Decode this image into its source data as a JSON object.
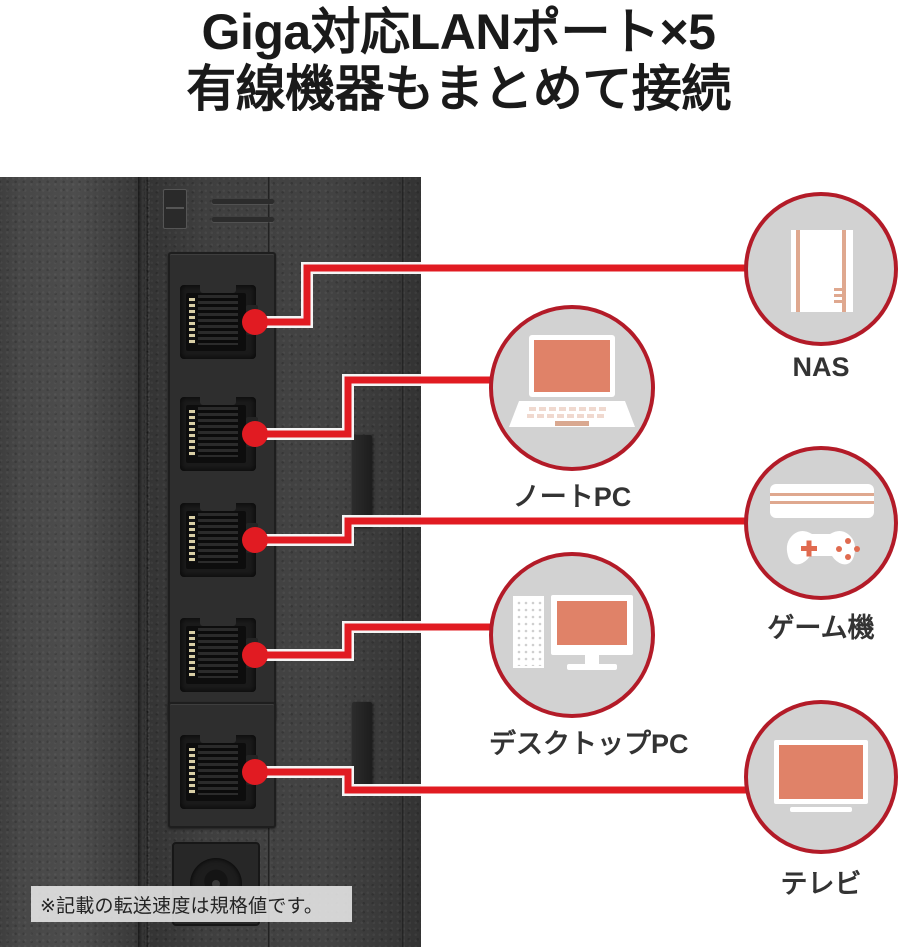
{
  "headline": {
    "line1": "Giga対応LANポート×5",
    "line2": "有線機器もまとめて接続"
  },
  "colors": {
    "red_line": "#e11b22",
    "red_circle_border": "#b31b28",
    "disc_fill": "#d2d2d2",
    "device_accent": "#e08268",
    "device_white": "#ffffff",
    "label_text": "#333333",
    "headline_text": "#1a1a1a",
    "router_body": "#3e3e3e"
  },
  "caption": {
    "text": "※記載の転送速度は規格値です。"
  },
  "router": {
    "port_count": 5,
    "ports": [
      {
        "index": 1,
        "name": "lan-port-1",
        "connects_to": "NAS"
      },
      {
        "index": 2,
        "name": "lan-port-2",
        "connects_to": "ノートPC"
      },
      {
        "index": 3,
        "name": "lan-port-3",
        "connects_to": "ゲーム機"
      },
      {
        "index": 4,
        "name": "lan-port-4",
        "connects_to": "デスクトップPC"
      },
      {
        "index": 5,
        "name": "lan-port-5",
        "connects_to": "テレビ"
      }
    ],
    "power_jack_label": "power-jack"
  },
  "devices": [
    {
      "id": "nas",
      "label": "NAS",
      "icon": "nas-icon"
    },
    {
      "id": "laptop",
      "label": "ノートPC",
      "icon": "laptop-icon"
    },
    {
      "id": "console",
      "label": "ゲーム機",
      "icon": "game-console-icon"
    },
    {
      "id": "desktop",
      "label": "デスクトップPC",
      "icon": "desktop-pc-icon"
    },
    {
      "id": "tv",
      "label": "テレビ",
      "icon": "tv-icon"
    }
  ]
}
